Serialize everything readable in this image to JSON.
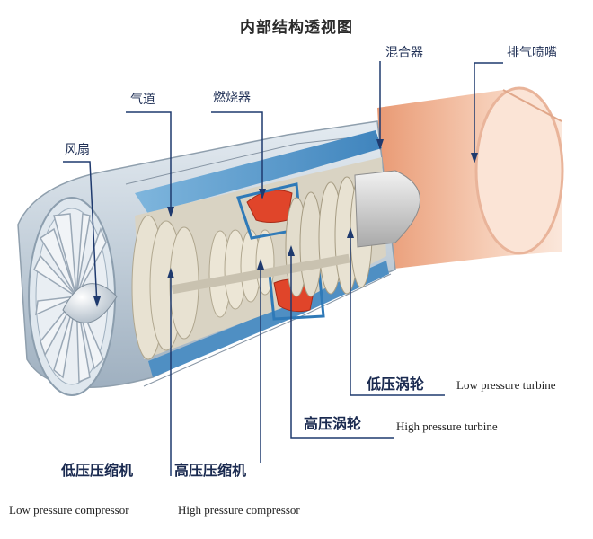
{
  "title": "内部结构透视图",
  "labels": {
    "fan": "风扇",
    "bypass_duct": "气道",
    "combustor": "燃烧器",
    "mixer": "混合器",
    "exhaust_nozzle": "排气喷嘴",
    "lp_turbine_zh": "低压涡轮",
    "lp_turbine_en": "Low pressure turbine",
    "hp_turbine_zh": "高压涡轮",
    "hp_turbine_en": "High pressure turbine",
    "lp_compressor_zh": "低压压缩机",
    "lp_compressor_en": "Low pressure compressor",
    "hp_compressor_zh": "高压压缩机",
    "hp_compressor_en": "High pressure compressor"
  },
  "colors": {
    "leader_line": "#1f3a6e",
    "casing": "#b9c8d6",
    "duct_blue": "#4f93c9",
    "combustor_red": "#e0452a",
    "exhaust_orange": "#f0b89a",
    "blade_beige": "#e8e2d2"
  }
}
